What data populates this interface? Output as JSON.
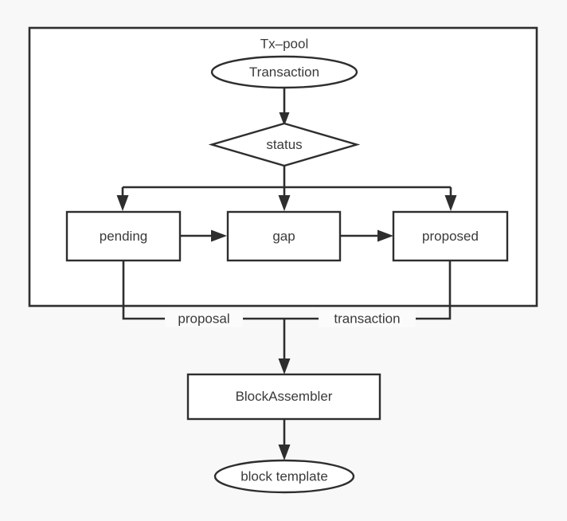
{
  "diagram": {
    "title": "Tx-pool transaction lifecycle to block template",
    "background_color": "#f8f8f8",
    "stroke_color": "#2e2e2e",
    "text_color": "#3a3a3a",
    "node_fill": "#ffffff",
    "container": {
      "label": "Tx–pool"
    },
    "nodes": {
      "transaction": {
        "label": "Transaction",
        "shape": "ellipse"
      },
      "status": {
        "label": "status",
        "shape": "diamond"
      },
      "pending": {
        "label": "pending",
        "shape": "rectangle"
      },
      "gap": {
        "label": "gap",
        "shape": "rectangle"
      },
      "proposed": {
        "label": "proposed",
        "shape": "rectangle"
      },
      "block_assembler": {
        "label": "BlockAssembler",
        "shape": "rectangle"
      },
      "block_template": {
        "label": "block template",
        "shape": "ellipse"
      }
    },
    "edge_labels": {
      "proposal": "proposal",
      "transaction": "transaction"
    }
  }
}
